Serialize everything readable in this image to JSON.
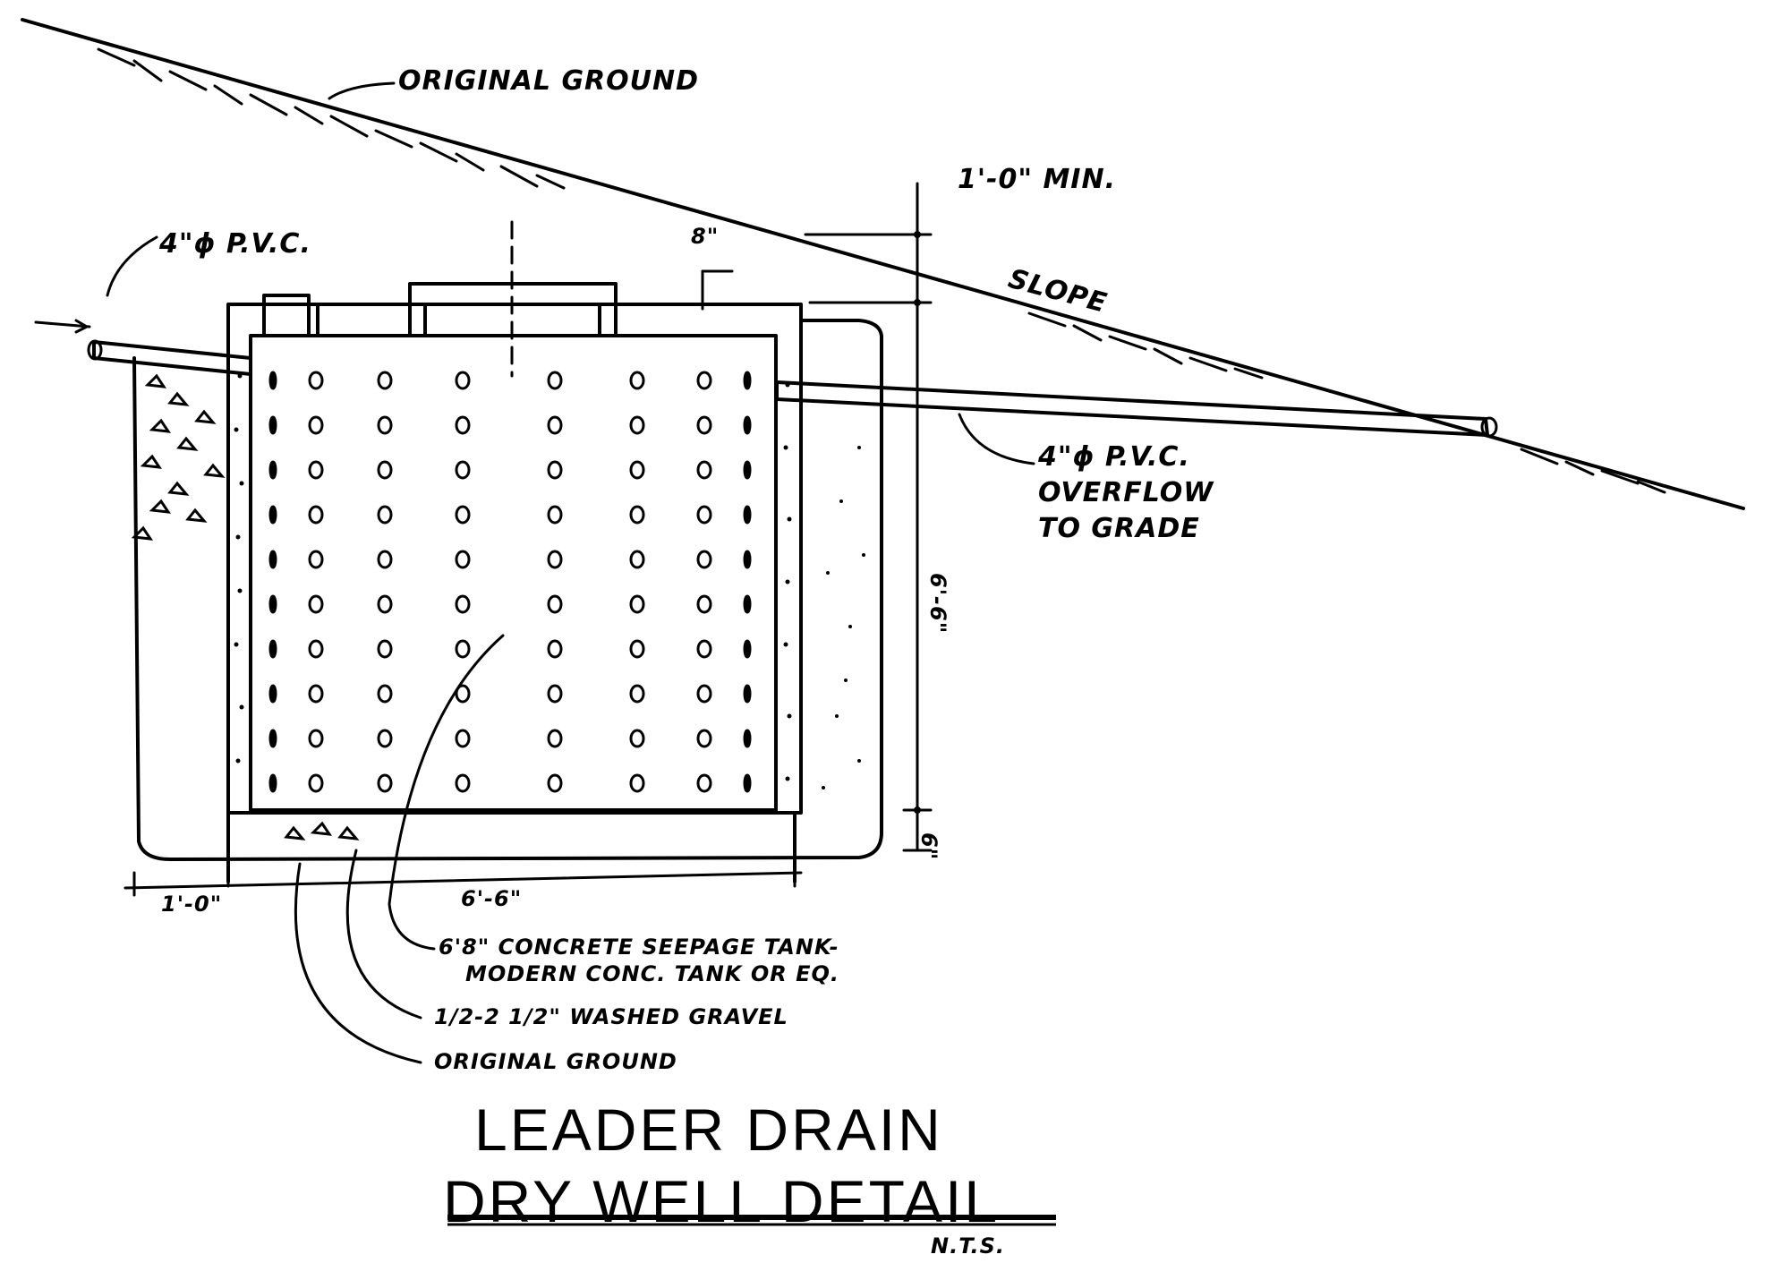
{
  "labels": {
    "original_ground_top": "ORIGINAL GROUND",
    "min_cover": "1'-0\" MIN.",
    "dim_8": "8\"",
    "inlet_pipe": "4\"ϕ P.V.C.",
    "slope": "SLOPE",
    "overflow_line1": "4\"ϕ P.V.C.",
    "overflow_line2": "OVERFLOW",
    "overflow_line3": "TO GRADE",
    "dim_height": "6'-6\"",
    "dim_bottom": "6\"",
    "dim_side": "1'-0\"",
    "dim_width": "6'-6\"",
    "tank_note_line1": "6'8\" CONCRETE SEEPAGE TANK-",
    "tank_note_line2": "MODERN CONC. TANK OR EQ.",
    "gravel_note": "1/2-2 1/2\" WASHED GRAVEL",
    "original_ground_bottom": "ORIGINAL GROUND"
  },
  "title": {
    "line1": "LEADER DRAIN",
    "line2": "DRY WELL DETAIL",
    "scale": "N.T.S."
  }
}
